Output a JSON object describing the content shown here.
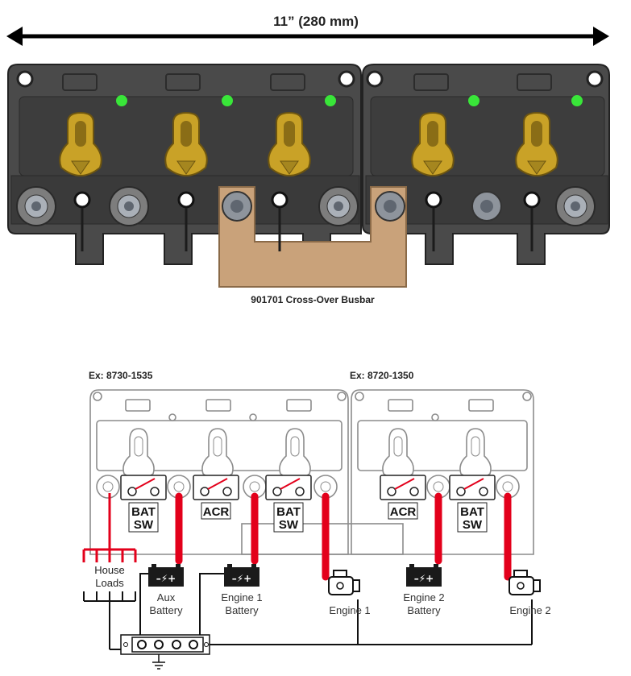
{
  "dimension": {
    "label": "11” (280 mm)"
  },
  "busbar": {
    "label": "901701 Cross-Over Busbar"
  },
  "examples": {
    "left": "Ex: 8730-1535",
    "right": "Ex: 8720-1350"
  },
  "switches": [
    {
      "line1": "BAT",
      "line2": "SW"
    },
    {
      "line1": "ACR",
      "line2": ""
    },
    {
      "line1": "BAT",
      "line2": "SW"
    },
    {
      "line1": "ACR",
      "line2": ""
    },
    {
      "line1": "BAT",
      "line2": "SW"
    }
  ],
  "loads": {
    "line1": "House",
    "line2": "Loads"
  },
  "batteries": [
    {
      "line1": "Aux",
      "line2": "Battery"
    },
    {
      "line1": "Engine 1",
      "line2": "Battery"
    },
    {
      "line1": "Engine 2",
      "line2": "Battery"
    }
  ],
  "engines": [
    "Engine 1",
    "Engine 2"
  ],
  "colors": {
    "cable": "#e3001b",
    "led": "#39e639",
    "brass": "#c9a227",
    "busbar": "#c9a27a",
    "housing": "#4a4a4a"
  }
}
